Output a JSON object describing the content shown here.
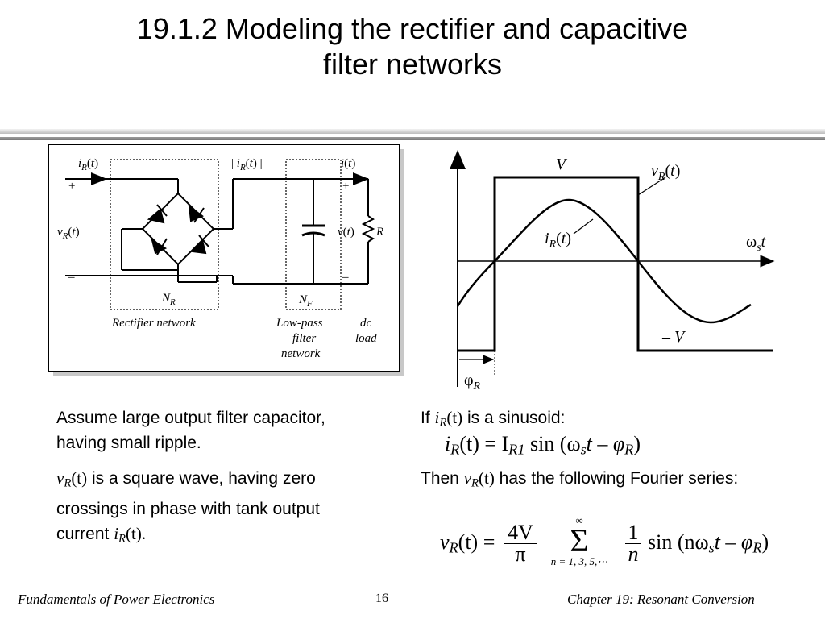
{
  "title": {
    "line1": "19.1.2  Modeling the rectifier and capacitive",
    "line2": "filter networks"
  },
  "circuit": {
    "i_R": "i",
    "R_sub": "R",
    "t": "t",
    "plus": "+",
    "minus": "–",
    "v_R": "v",
    "v": "v",
    "i": "i",
    "R": "R",
    "N_R": "N",
    "N_F": "N",
    "F_sub": "F",
    "rectifier_network": "Rectifier network",
    "lowpass_line1": "Low-pass",
    "lowpass_line2": "filter",
    "lowpass_line3": "network",
    "dc_line1": "dc",
    "dc_line2": "load"
  },
  "waveform": {
    "V": "V",
    "minus_V": "– V",
    "v_R": "v",
    "i_R": "i",
    "R_sub": "R",
    "t": "t",
    "omega_s_t": "ω",
    "s_sub": "s",
    "phi_R": "φ"
  },
  "left_text": {
    "p1": "Assume large output filter capacitor, having small ripple.",
    "p2_var": "v",
    "p2_sub": "R",
    "p2_arg": "(t)",
    "p2_rest": " is a square wave, having zero crossings in phase with tank output current ",
    "p2_end_var": "i",
    "p2_end_sub": "R",
    "p2_end_arg": "(t)."
  },
  "right_text": {
    "if_pre": "If ",
    "if_var": "i",
    "if_sub": "R",
    "if_arg": "(t)",
    "if_post": " is a sinusoid:",
    "eq1_lhs": "i",
    "eq1_lhs_sub": "R",
    "eq1_mid": "(t) = I",
    "eq1_I_sub": "R1",
    "eq1_rhs": " sin (ω",
    "eq1_s": "s",
    "eq1_tail": "t – φ",
    "eq1_phi_sub": "R",
    "eq1_close": ")",
    "then_pre": "Then ",
    "then_var": "v",
    "then_sub": "R",
    "then_arg": "(t)",
    "then_post": " has the following Fourier series:",
    "eq2_lhs": "v",
    "eq2_lhs_sub": "R",
    "eq2_eq": "(t) =",
    "eq2_num": "4V",
    "eq2_den": "π",
    "eq2_sum_top": "∞",
    "eq2_sum": "Σ",
    "eq2_sum_bottom": "n = 1, 3, 5,⋯",
    "eq2_frac_num": "1",
    "eq2_frac_den": "n",
    "eq2_sin": "sin (nω",
    "eq2_s": "s",
    "eq2_tail": "t – φ",
    "eq2_phi_sub": "R",
    "eq2_close": ")"
  },
  "footer": {
    "left": "Fundamentals of Power Electronics",
    "page": "16",
    "right": "Chapter 19:  Resonant Conversion"
  }
}
